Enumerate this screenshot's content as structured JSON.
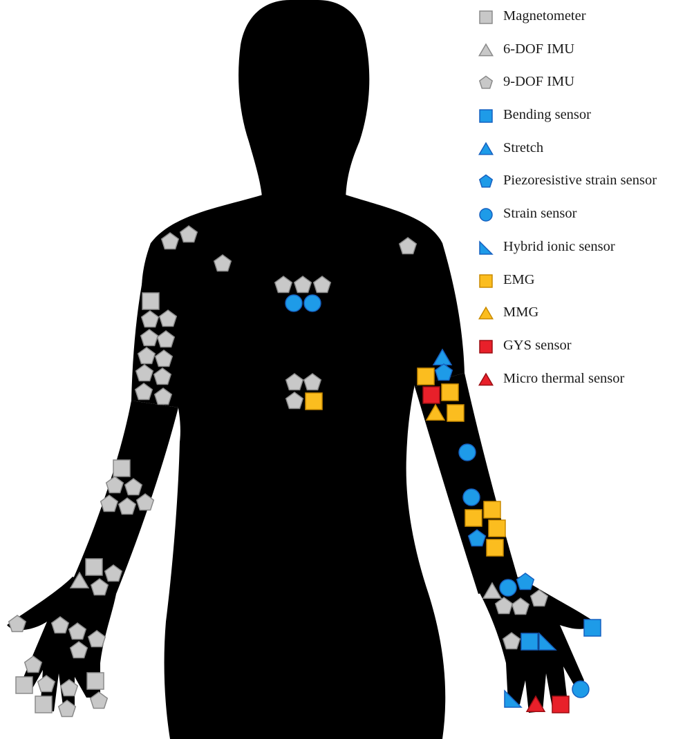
{
  "colors": {
    "body": "#000000",
    "gray_fill": "#c8c8c8",
    "gray_stroke": "#8a8a8a",
    "blue_fill": "#1e9be8",
    "blue_stroke": "#1560c0",
    "orange_fill": "#fbbd1f",
    "orange_stroke": "#c98a00",
    "red_fill": "#e8202a",
    "red_stroke": "#9a0d12"
  },
  "legend": [
    {
      "key": "magnetometer",
      "label": "Magnetometer",
      "shape": "square",
      "color": "gray"
    },
    {
      "key": "imu6",
      "label": "6-DOF IMU",
      "shape": "triangle",
      "color": "gray"
    },
    {
      "key": "imu9",
      "label": "9-DOF IMU",
      "shape": "pentagon",
      "color": "gray"
    },
    {
      "key": "bending",
      "label": "Bending sensor",
      "shape": "square",
      "color": "blue"
    },
    {
      "key": "stretch",
      "label": "Stretch",
      "shape": "triangle",
      "color": "blue"
    },
    {
      "key": "piezo",
      "label": "Piezoresistive strain sensor",
      "shape": "pentagon",
      "color": "blue"
    },
    {
      "key": "strain",
      "label": "Strain sensor",
      "shape": "circle",
      "color": "blue"
    },
    {
      "key": "hybrid",
      "label": "Hybrid ionic sensor",
      "shape": "right-triangle",
      "color": "blue"
    },
    {
      "key": "emg",
      "label": "EMG",
      "shape": "square",
      "color": "orange"
    },
    {
      "key": "mmg",
      "label": "MMG",
      "shape": "triangle",
      "color": "orange"
    },
    {
      "key": "gys",
      "label": "GYS sensor",
      "shape": "square",
      "color": "red"
    },
    {
      "key": "thermal",
      "label": "Micro thermal sensor",
      "shape": "triangle",
      "color": "red"
    }
  ]
}
